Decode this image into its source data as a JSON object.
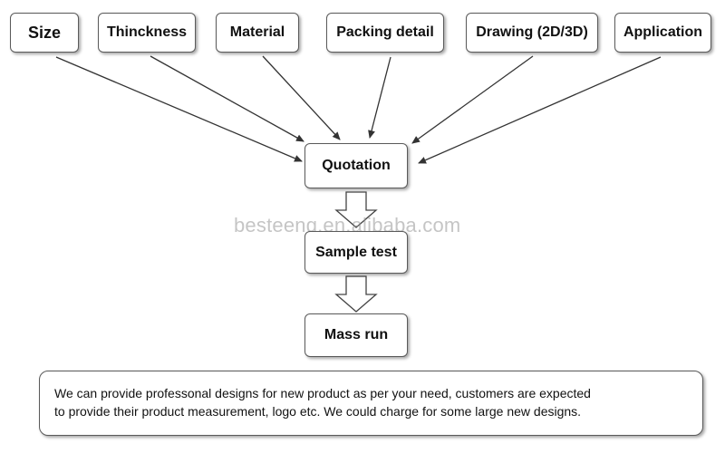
{
  "inputs": [
    {
      "key": "size",
      "label": "Size"
    },
    {
      "key": "thickness",
      "label": "Thinckness"
    },
    {
      "key": "material",
      "label": "Material"
    },
    {
      "key": "packing",
      "label": "Packing detail"
    },
    {
      "key": "drawing",
      "label": "Drawing (2D/3D)"
    },
    {
      "key": "application",
      "label": "Application"
    }
  ],
  "steps": {
    "quotation": "Quotation",
    "sample_test": "Sample test",
    "mass_run": "Mass run"
  },
  "watermark": "besteeng.en.alibaba.com",
  "note": {
    "line1": "We can provide professonal designs for new product  as per your need, customers are expected",
    "line2": "to provide their product measurement, logo etc. We could charge for some large new designs."
  },
  "colors": {
    "border": "#5a5a5a",
    "text": "#111111",
    "arrow": "#333333"
  }
}
